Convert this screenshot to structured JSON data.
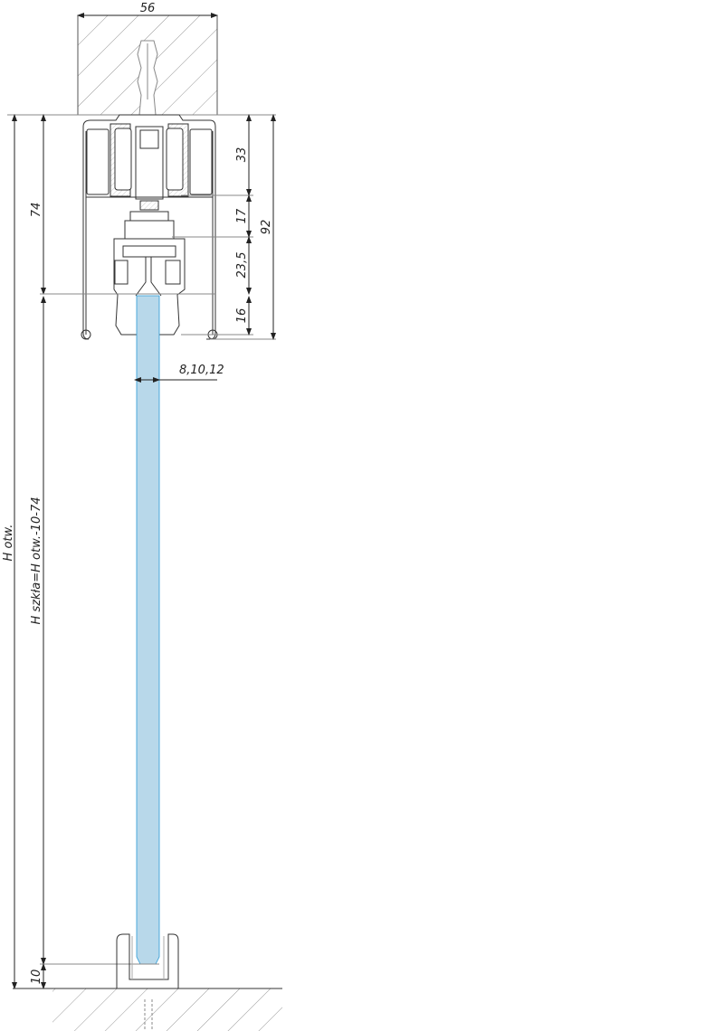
{
  "dimensions": {
    "top_width": "56",
    "h_opening": "H otw.",
    "height_74": "74",
    "glass_height": "H szkła=H otw.-10-74",
    "bottom_10": "10",
    "d33": "33",
    "d17": "17",
    "d23_5": "23,5",
    "d16": "16",
    "d92": "92",
    "glass_thickness": "8,10,12"
  },
  "colors": {
    "glass": "#b8d8ea",
    "glass_edge": "#2a9ad6",
    "line": "#222222",
    "hatch": "#999999"
  }
}
